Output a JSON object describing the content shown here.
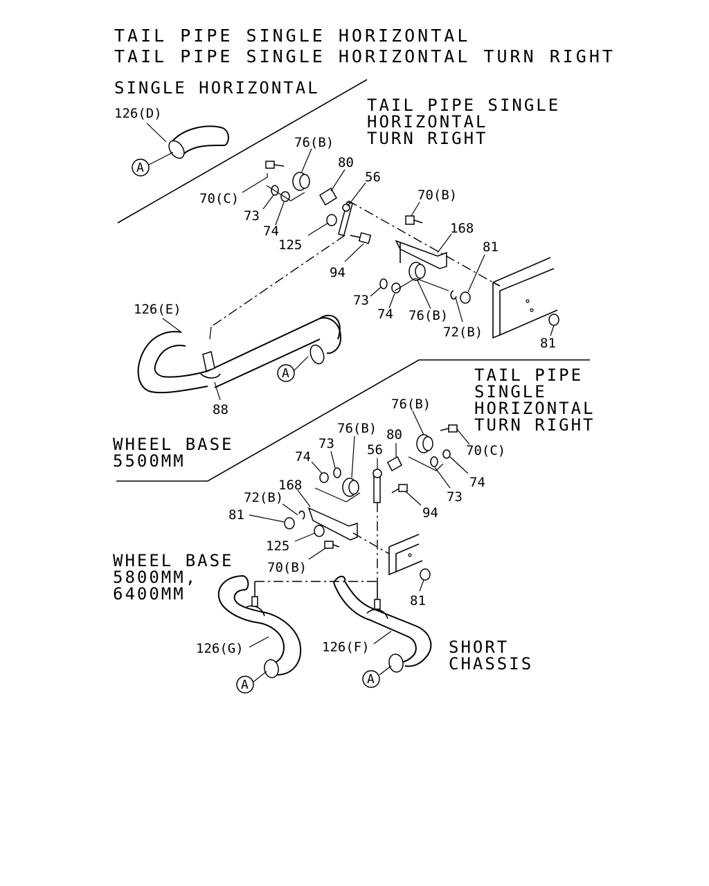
{
  "titles": {
    "line1": "TAIL PIPE SINGLE HORIZONTAL",
    "line2": "TAIL PIPE SINGLE HORIZONTAL TURN RIGHT"
  },
  "sections": {
    "single_horizontal": "SINGLE HORIZONTAL",
    "turn_right_top": [
      "TAIL PIPE SINGLE",
      "HORIZONTAL",
      "TURN RIGHT"
    ],
    "turn_right_bottom": [
      "TAIL PIPE",
      "SINGLE",
      "HORIZONTAL",
      "TURN RIGHT"
    ],
    "wheel_base_5500": [
      "WHEEL BASE",
      "5500MM"
    ],
    "wheel_base_5800": [
      "WHEEL BASE",
      "5800MM,",
      "6400MM"
    ],
    "short_chassis": [
      "SHORT",
      "CHASSIS"
    ]
  },
  "circle_marker": "A",
  "callouts": {
    "top": {
      "p126d": "126(D)",
      "p76b_a": "76(B)",
      "p80": "80",
      "p56": "56",
      "p70c": "70(C)",
      "p73_a": "73",
      "p74_a": "74",
      "p125": "125",
      "p94": "94",
      "p70b": "70(B)",
      "p168": "168",
      "p81_a": "81",
      "p73_b": "73",
      "p74_b": "74",
      "p76b_b": "76(B)",
      "p72b": "72(B)",
      "p81_b": "81",
      "p126e": "126(E)",
      "p88": "88"
    },
    "bottom": {
      "p76b_a": "76(B)",
      "p76b_b": "76(B)",
      "p80": "80",
      "p73_a": "73",
      "p56": "56",
      "p70c": "70(C)",
      "p74_a": "74",
      "p74_b": "74",
      "p168": "168",
      "p73_b": "73",
      "p72b": "72(B)",
      "p94": "94",
      "p81_a": "81",
      "p125": "125",
      "p70b": "70(B)",
      "p81_b": "81",
      "p126g": "126(G)",
      "p126f": "126(F)"
    }
  }
}
